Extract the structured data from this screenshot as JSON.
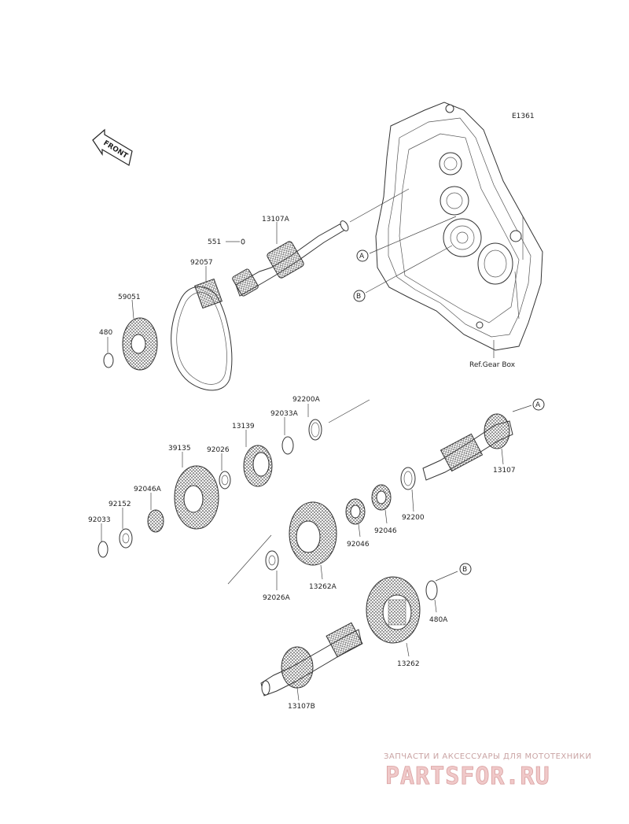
{
  "diagram": {
    "code": "E1361",
    "front_label": "FRONT",
    "ref_label": "Ref.Gear Box",
    "ref_markers": {
      "a": "A",
      "b": "B"
    },
    "parts": {
      "p13107A": "13107A",
      "p551": "551",
      "p92057": "92057",
      "p59051": "59051",
      "p480": "480",
      "p92200A": "92200A",
      "p92033A": "92033A",
      "p13139": "13139",
      "p39135": "39135",
      "p92026": "92026",
      "p92046A": "92046A",
      "p92152": "92152",
      "p92033": "92033",
      "p13107": "13107",
      "p92200": "92200",
      "p92046_1": "92046",
      "p92046_2": "92046",
      "p13262A": "13262A",
      "p92026A": "92026A",
      "p13262": "13262",
      "p480A": "480A",
      "p13107B": "13107B"
    }
  },
  "watermark": {
    "caption": "ЗАПЧАСТИ И АКСЕССУАРЫ ДЛЯ МОТОТЕХНИКИ",
    "logo": "PARTSFOR.RU",
    "color": "#e8b4b4"
  }
}
